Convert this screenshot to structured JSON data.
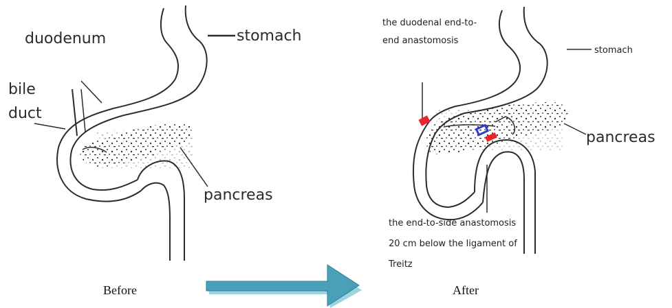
{
  "before": {
    "labels": {
      "duodenum": "duodenum",
      "stomach": "stomach",
      "bile": "bile",
      "duct": "duct",
      "pancreas": "pancreas"
    },
    "caption": "Before"
  },
  "after": {
    "labels": {
      "duodenal_anastomosis_line1": "the duodenal end-to-",
      "duodenal_anastomosis_line2": "end anastomosis",
      "stomach": "stomach",
      "pancreas": "pancreas",
      "end_to_side_line1": "the end-to-side anastomosis",
      "end_to_side_line2": "20 cm below the ligament of",
      "end_to_side_line3": "Treitz"
    },
    "caption": "After"
  },
  "colors": {
    "outline": "#2b2b2b",
    "anastomosis_red": "#e8252a",
    "anastomosis_blue": "#2c3dd6",
    "arrow_fill": "#4aa0b8",
    "arrow_edge": "#9fd3e0"
  }
}
